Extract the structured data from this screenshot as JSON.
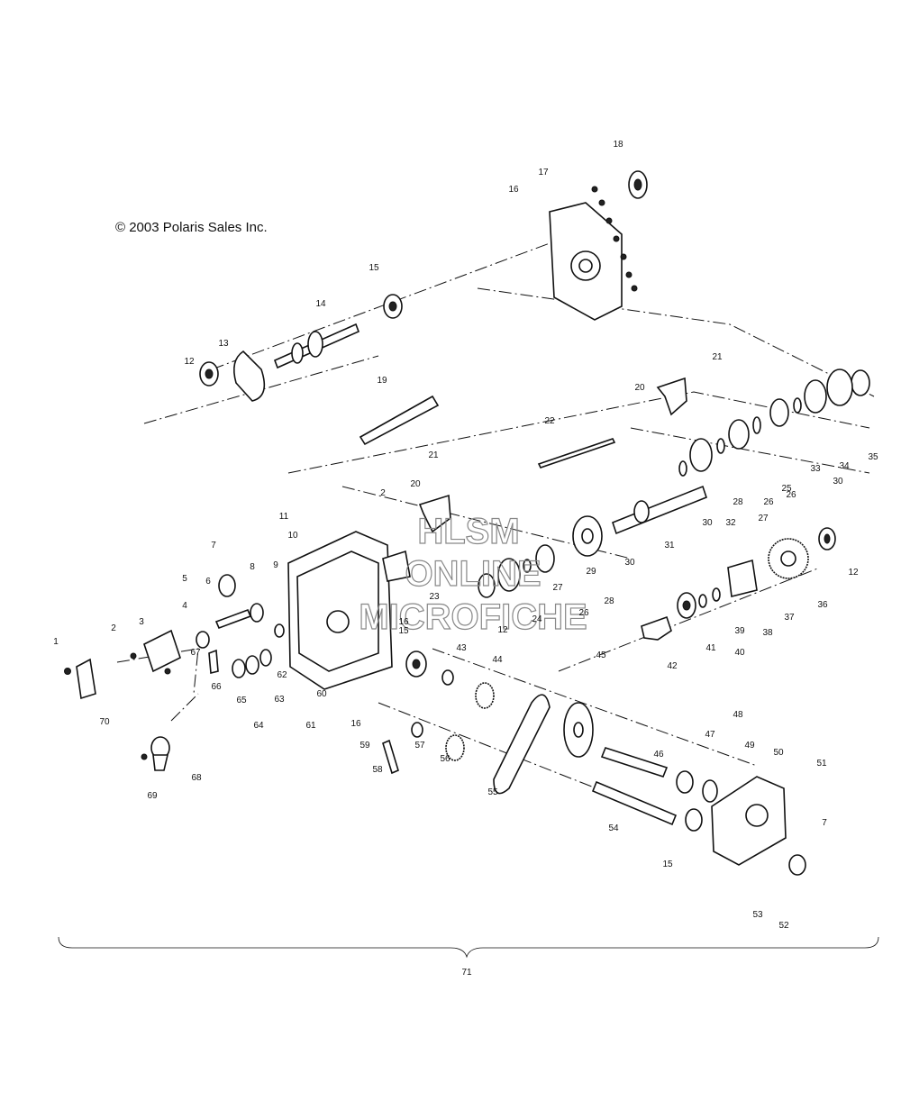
{
  "copyright": "© 2003 Polaris Sales Inc.",
  "watermark_lines": [
    "HLSM",
    "ONLINE",
    "MICROFICHE"
  ],
  "assembly_number": "71",
  "callouts": [
    {
      "n": "1"
    },
    {
      "n": "2"
    },
    {
      "n": "3"
    },
    {
      "n": "4"
    },
    {
      "n": "5"
    },
    {
      "n": "6"
    },
    {
      "n": "7"
    },
    {
      "n": "8"
    },
    {
      "n": "9"
    },
    {
      "n": "10"
    },
    {
      "n": "11"
    },
    {
      "n": "12"
    },
    {
      "n": "13"
    },
    {
      "n": "14"
    },
    {
      "n": "15"
    },
    {
      "n": "16"
    },
    {
      "n": "17"
    },
    {
      "n": "18"
    },
    {
      "n": "19"
    },
    {
      "n": "20"
    },
    {
      "n": "21"
    },
    {
      "n": "22"
    },
    {
      "n": "23"
    },
    {
      "n": "24"
    },
    {
      "n": "25"
    },
    {
      "n": "26"
    },
    {
      "n": "27"
    },
    {
      "n": "28"
    },
    {
      "n": "29"
    },
    {
      "n": "30"
    },
    {
      "n": "31"
    },
    {
      "n": "32"
    },
    {
      "n": "33"
    },
    {
      "n": "34"
    },
    {
      "n": "35"
    },
    {
      "n": "36"
    },
    {
      "n": "37"
    },
    {
      "n": "38"
    },
    {
      "n": "39"
    },
    {
      "n": "40"
    },
    {
      "n": "41"
    },
    {
      "n": "42"
    },
    {
      "n": "43"
    },
    {
      "n": "44"
    },
    {
      "n": "45"
    },
    {
      "n": "46"
    },
    {
      "n": "47"
    },
    {
      "n": "48"
    },
    {
      "n": "49"
    },
    {
      "n": "50"
    },
    {
      "n": "51"
    },
    {
      "n": "52"
    },
    {
      "n": "53"
    },
    {
      "n": "54"
    },
    {
      "n": "55"
    },
    {
      "n": "56"
    },
    {
      "n": "57"
    },
    {
      "n": "58"
    },
    {
      "n": "59"
    },
    {
      "n": "60"
    },
    {
      "n": "61"
    },
    {
      "n": "62"
    },
    {
      "n": "63"
    },
    {
      "n": "64"
    },
    {
      "n": "65"
    },
    {
      "n": "66"
    },
    {
      "n": "67"
    },
    {
      "n": "68"
    },
    {
      "n": "69"
    },
    {
      "n": "70"
    }
  ],
  "colors": {
    "line": "#111111",
    "watermark": "#888888",
    "background": "#ffffff"
  }
}
